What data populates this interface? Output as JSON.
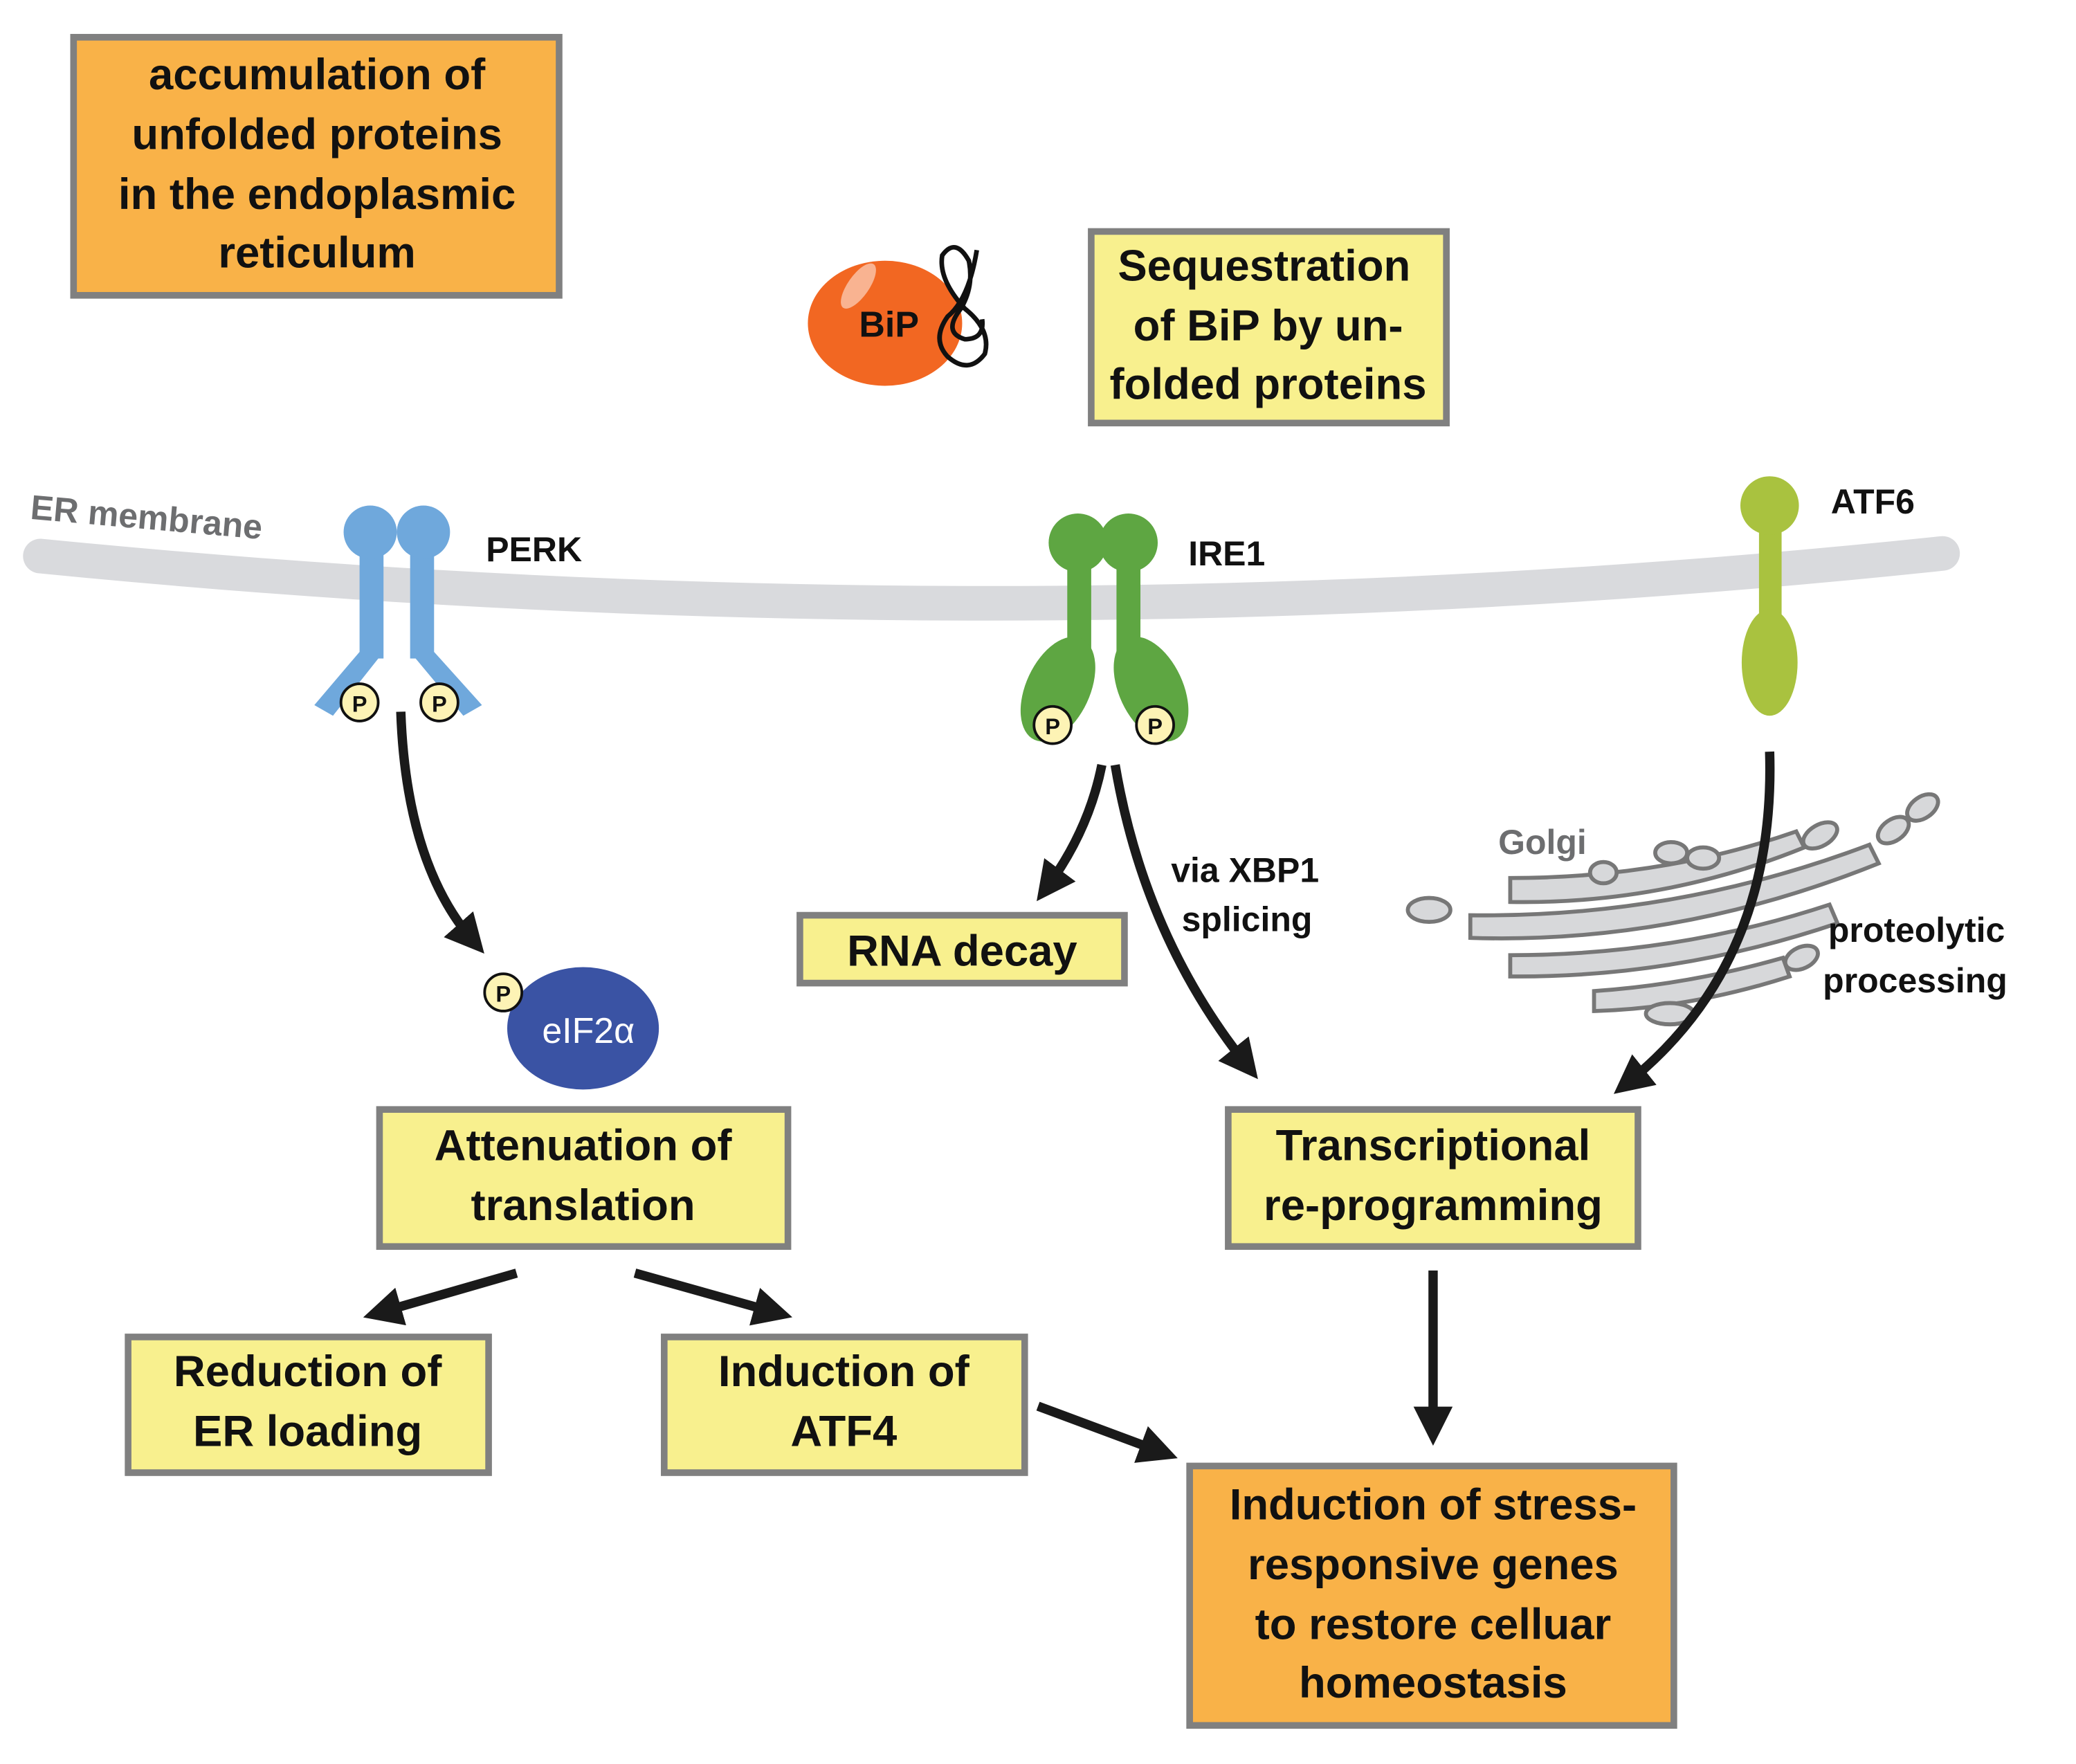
{
  "colors": {
    "orange_box": "#f9b248",
    "yellow_box": "#f8f08e",
    "box_border": "#808080",
    "perk": "#6fa8dc",
    "ire1": "#5ea642",
    "atf6": "#a9c23f",
    "bip": "#f26722",
    "eif2a": "#3a53a4",
    "membrane": "#d9dadd",
    "phospho": "#fdf3b5"
  },
  "boxes": {
    "accumulation": [
      "accumulation of",
      "unfolded proteins",
      "in the endoplasmic",
      "reticulum"
    ],
    "sequestration": [
      "Sequestration",
      "of BiP by un-",
      "folded proteins"
    ],
    "rna_decay": [
      "RNA decay"
    ],
    "attenuation": [
      "Attenuation of",
      "translation"
    ],
    "transcriptional": [
      "Transcriptional",
      "re-programming"
    ],
    "reduction": [
      "Reduction of",
      "ER loading"
    ],
    "induction_atf4": [
      "Induction of",
      "ATF4"
    ],
    "induction_stress": [
      "Induction of stress-",
      "responsive genes",
      "to restore celluar",
      "homeostasis"
    ]
  },
  "labels": {
    "er_membrane": "ER membrane",
    "perk": "PERK",
    "ire1": "IRE1",
    "atf6": "ATF6",
    "bip": "BiP",
    "eif2a": "eIF2α",
    "phospho": "P",
    "golgi": "Golgi",
    "xbp1": [
      "via XBP1",
      "splicing"
    ],
    "proteolytic": [
      "proteolytic",
      "processing"
    ]
  }
}
